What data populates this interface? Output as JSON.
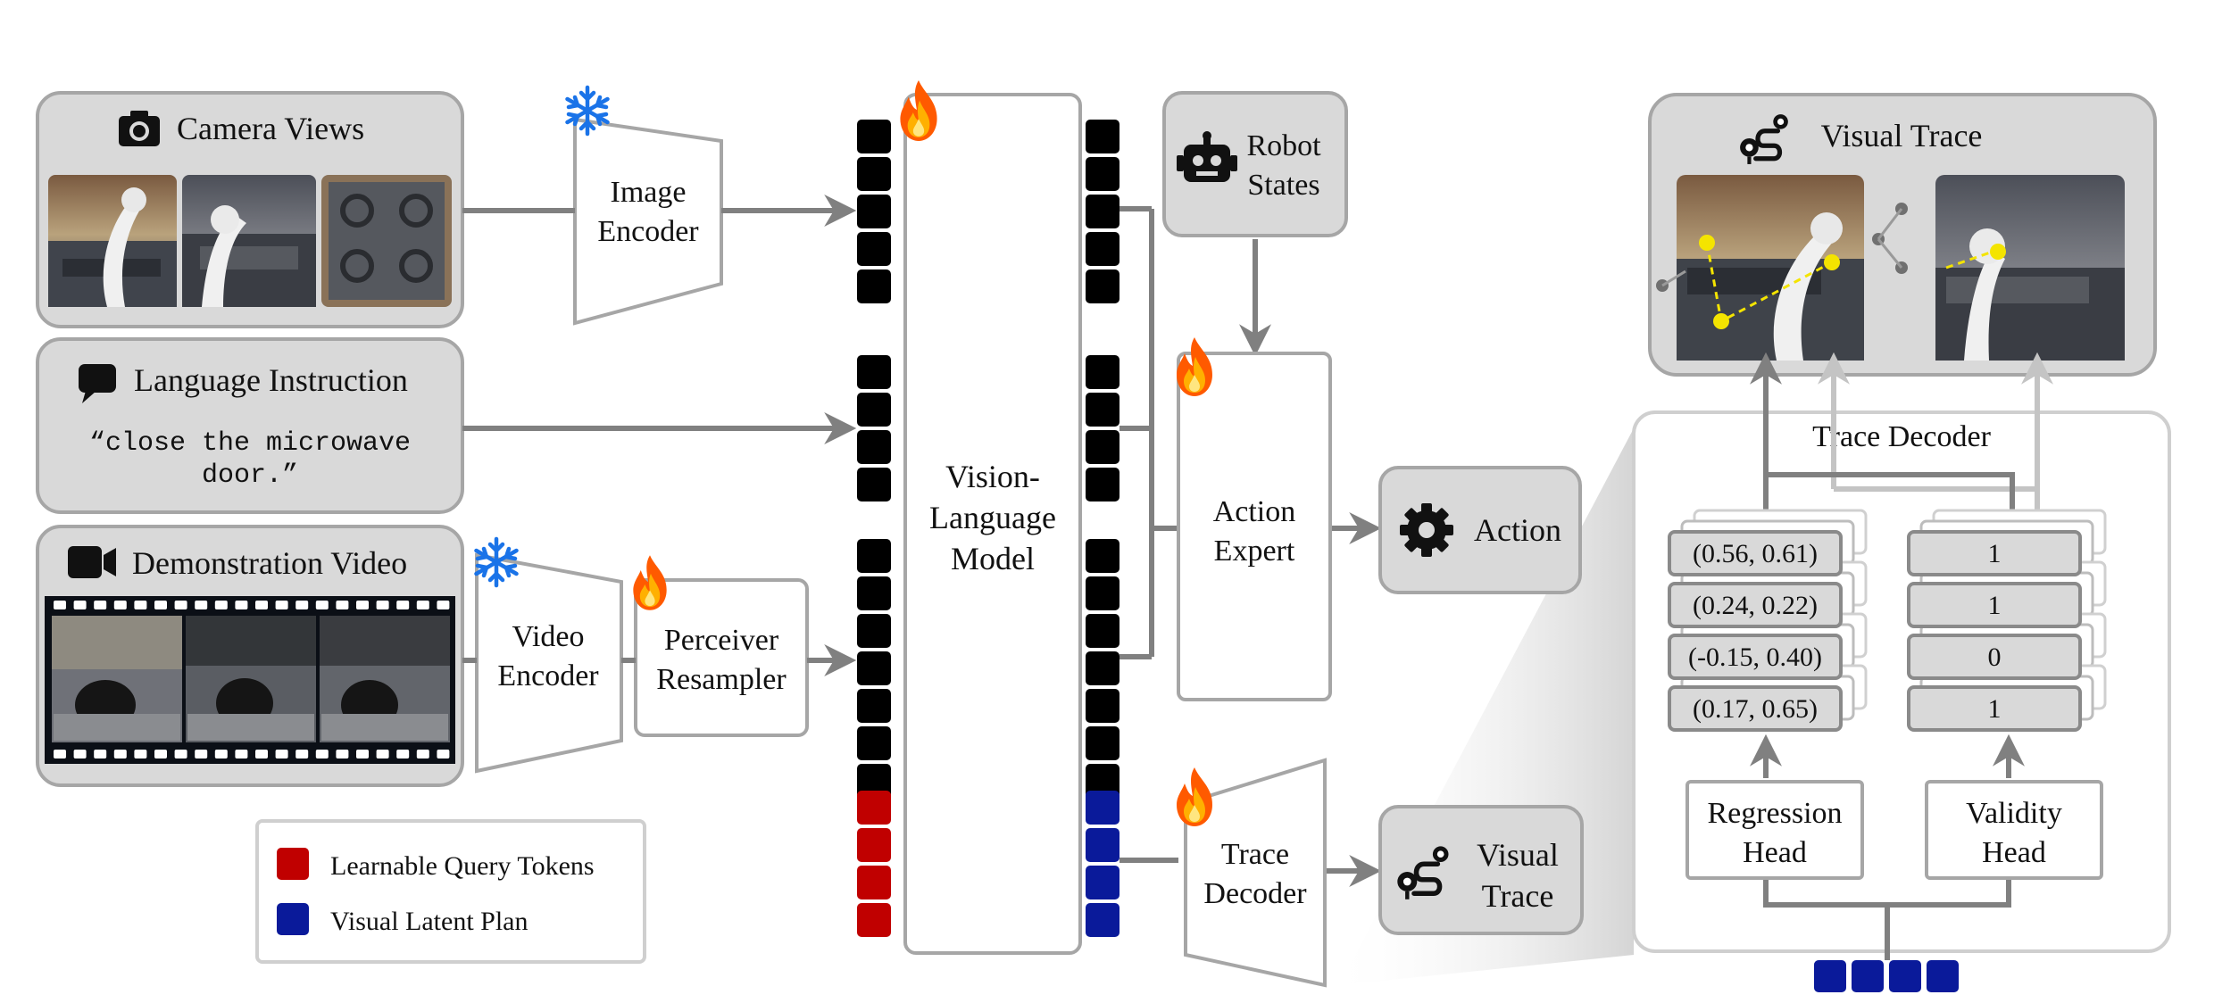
{
  "inputs": {
    "camera": {
      "title": "Camera Views",
      "icon": "camera-icon"
    },
    "language": {
      "title": "Language Instruction",
      "icon": "speech-bubble-icon",
      "instruction_line1": "“close the microwave",
      "instruction_line2": "door.”"
    },
    "demo": {
      "title": "Demonstration Video",
      "icon": "video-camera-icon"
    }
  },
  "encoders": {
    "image_encoder": {
      "line1": "Image",
      "line2": "Encoder",
      "status": "frozen"
    },
    "video_encoder": {
      "line1": "Video",
      "line2": "Encoder",
      "status": "frozen"
    },
    "perceiver": {
      "line1": "Perceiver",
      "line2": "Resampler",
      "status": "trainable"
    }
  },
  "vlm": {
    "line1": "Vision-",
    "line2": "Language",
    "line3": "Model",
    "status": "trainable"
  },
  "robot_states": {
    "line1": "Robot",
    "line2": "States",
    "icon": "robot-icon"
  },
  "action_expert": {
    "line1": "Action",
    "line2": "Expert",
    "status": "trainable"
  },
  "action": {
    "label": "Action",
    "icon": "gear-icon"
  },
  "trace_decoder_small": {
    "line1": "Trace",
    "line2": "Decoder",
    "status": "trainable"
  },
  "visual_trace_out": {
    "line1": "Visual",
    "line2": "Trace",
    "icon": "route-icon"
  },
  "legend": {
    "items": [
      {
        "label": "Learnable Query Tokens",
        "color": "#c00000"
      },
      {
        "label": "Visual Latent Plan",
        "color": "#0a1a9a"
      }
    ]
  },
  "visual_trace_panel": {
    "title": "Visual Trace",
    "icon": "route-icon"
  },
  "trace_decoder_panel": {
    "title": "Trace Decoder",
    "coords": [
      "(0.56, 0.61)",
      "(0.24, 0.22)",
      "(-0.15, 0.40)",
      "(0.17, 0.65)"
    ],
    "validity": [
      "1",
      "1",
      "0",
      "1"
    ],
    "regression_head": {
      "line1": "Regression",
      "line2": "Head"
    },
    "validity_head": {
      "line1": "Validity",
      "line2": "Head"
    }
  },
  "colors": {
    "token_black": "#000000",
    "token_red": "#c00000",
    "token_blue": "#0a1a9a",
    "box_gray": "#d9d9d9",
    "arrow_gray": "#808080",
    "frost_blue": "#1a73e8",
    "flame_orange": "#ff6a00"
  }
}
